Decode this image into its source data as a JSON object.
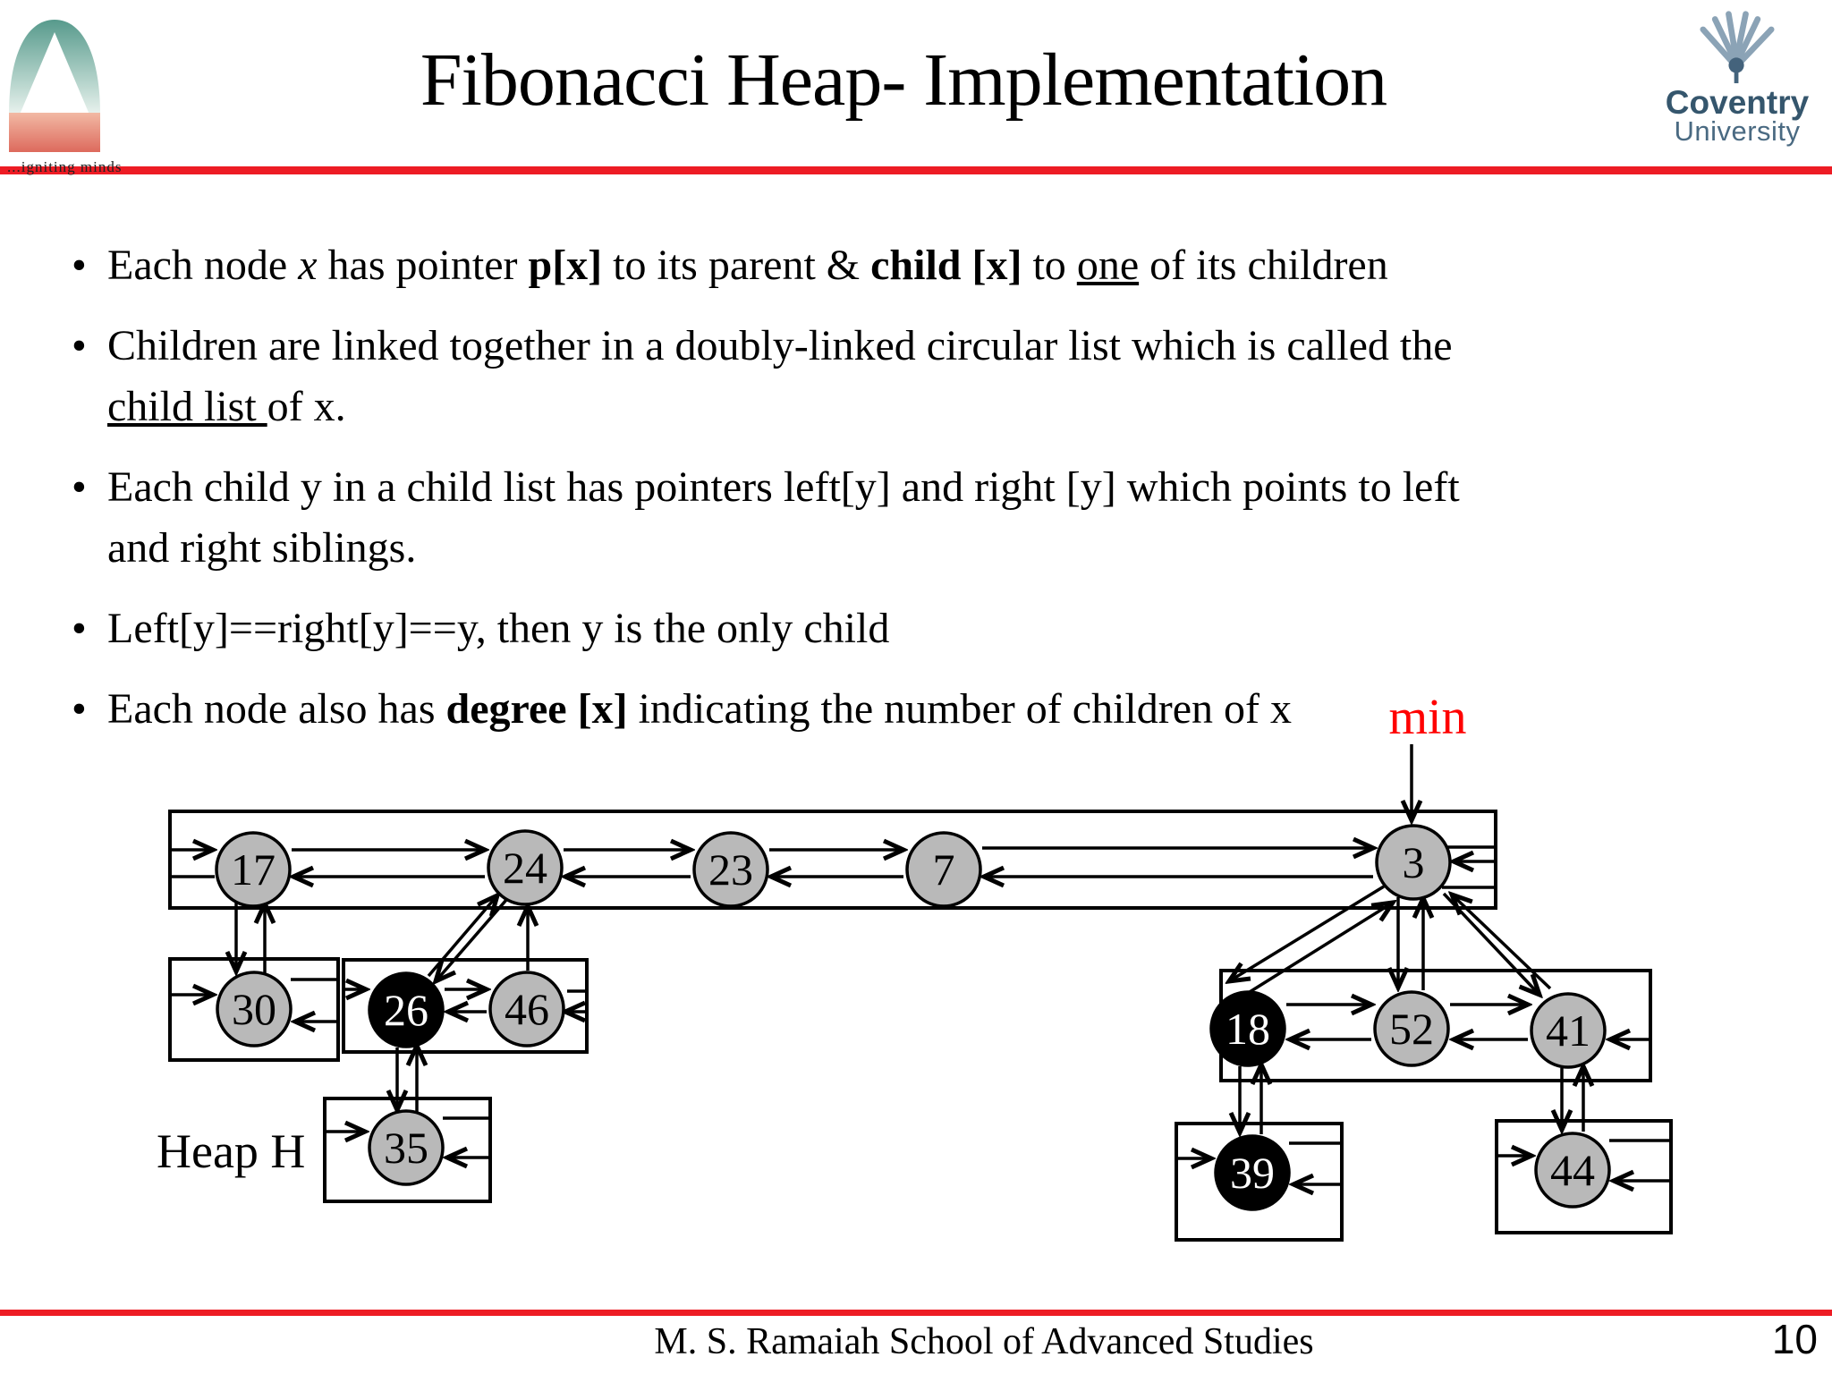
{
  "header": {
    "title": "Fibonacci Heap- Implementation"
  },
  "logos": {
    "left_caption": "...igniting minds",
    "coventry_line1": "Coventry",
    "coventry_line2": "University"
  },
  "bullets": {
    "b1": {
      "p0": "Each node ",
      "p1": "x",
      "p2": " has pointer ",
      "p3": "p[x]",
      "p4": " to its parent & ",
      "p5": "child [x]",
      "p6": " to ",
      "p7": "one",
      "p8": " of its children"
    },
    "b2": {
      "p0": "Children are linked together in a doubly-linked circular list which is called the",
      "p1": "child list ",
      "p2": "of x."
    },
    "b3": {
      "p0": "Each child y in a child list has pointers left[y] and right [y] which points to left",
      "p1": "and right siblings."
    },
    "b4": {
      "p0": "Left[y]==right[y]==y, then y is the only child"
    },
    "b5": {
      "p0": "Each node also has ",
      "p1": "degree [x]",
      "p2": " indicating the number of children of x"
    }
  },
  "diagram": {
    "min_label": "min",
    "heap_label": "Heap H",
    "root_list_order": [
      "17",
      "24",
      "23",
      "7",
      "3"
    ],
    "marked_nodes": [
      "26",
      "18",
      "39"
    ],
    "nodes": {
      "n17": "17",
      "n24": "24",
      "n23": "23",
      "n7": "7",
      "n3": "3",
      "n30": "30",
      "n26": "26",
      "n46": "46",
      "n35": "35",
      "n18": "18",
      "n52": "52",
      "n41": "41",
      "n39": "39",
      "n44": "44"
    }
  },
  "footer": {
    "school": "M. S. Ramaiah School of Advanced Studies",
    "page_number": "10"
  },
  "colors": {
    "accent_red": "#ed1c24",
    "node_fill": "#b9b9b9",
    "node_marked": "#000000",
    "min_red": "#ff0000",
    "coventry_blue": "#35566d"
  }
}
